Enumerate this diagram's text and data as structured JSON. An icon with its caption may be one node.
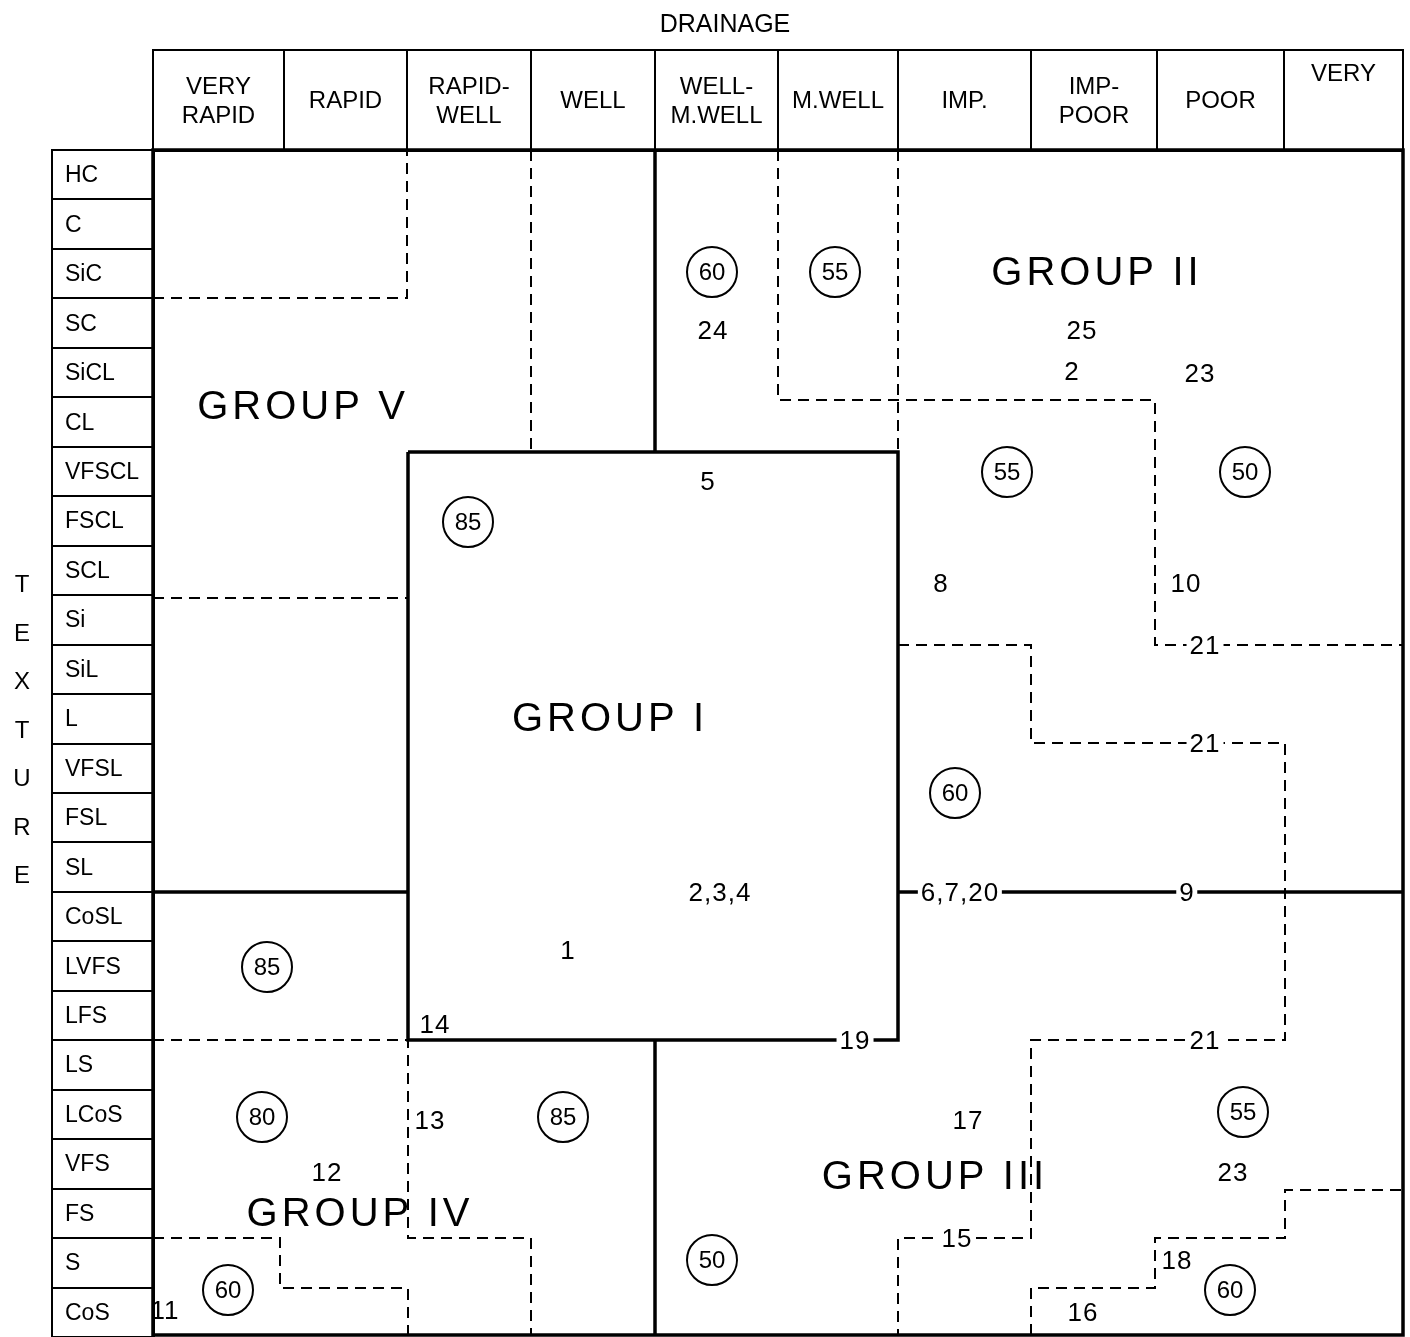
{
  "diagram": {
    "title": "DRAINAGE",
    "nodes": [
      {
        "text": [
          "60"
        ]
      },
      {
        "text": [
          "55"
        ]
      },
      {
        "text": [
          "55"
        ]
      },
      {
        "text": [
          "50"
        ]
      },
      {
        "text": [
          "85"
        ]
      },
      {
        "text": [
          "60"
        ]
      },
      {
        "text": [
          "85"
        ]
      },
      {
        "text": [
          "80"
        ]
      },
      {
        "text": [
          "85"
        ]
      },
      {
        "text": [
          "55"
        ]
      },
      {
        "text": [
          "50"
        ]
      },
      {
        "text": [
          "60"
        ]
      },
      {
        "text": [
          "60"
        ]
      }
    ],
    "edges": [],
    "labels": [
      "TEXTURE",
      "VERY RAPID",
      "RAPID",
      "RAPID- WELL",
      "WELL",
      "WELL- M.WELL",
      "M.WELL",
      "IMP.",
      "IMP- POOR",
      "POOR",
      "VERY",
      "HC",
      "C",
      "SiC",
      "SC",
      "SiCL",
      "CL",
      "VFSCL",
      "FSCL",
      "SCL",
      "Si",
      "SiL",
      "L",
      "VFSL",
      "FSL",
      "SL",
      "CoSL",
      "LVFS",
      "LFS",
      "LS",
      "LCoS",
      "VFS",
      "FS",
      "S",
      "CoS",
      "GROUP II",
      "24",
      "25",
      "2",
      "23",
      "GROUP V",
      "5",
      "8",
      "10",
      "21",
      "GROUP I",
      "21",
      "2,3,4",
      "6,7,20",
      "9",
      "1",
      "14",
      "19",
      "21",
      "13",
      "17",
      "12",
      "23",
      "GROUP IV",
      "GROUP III",
      "15",
      "18",
      "11",
      "16"
    ]
  }
}
